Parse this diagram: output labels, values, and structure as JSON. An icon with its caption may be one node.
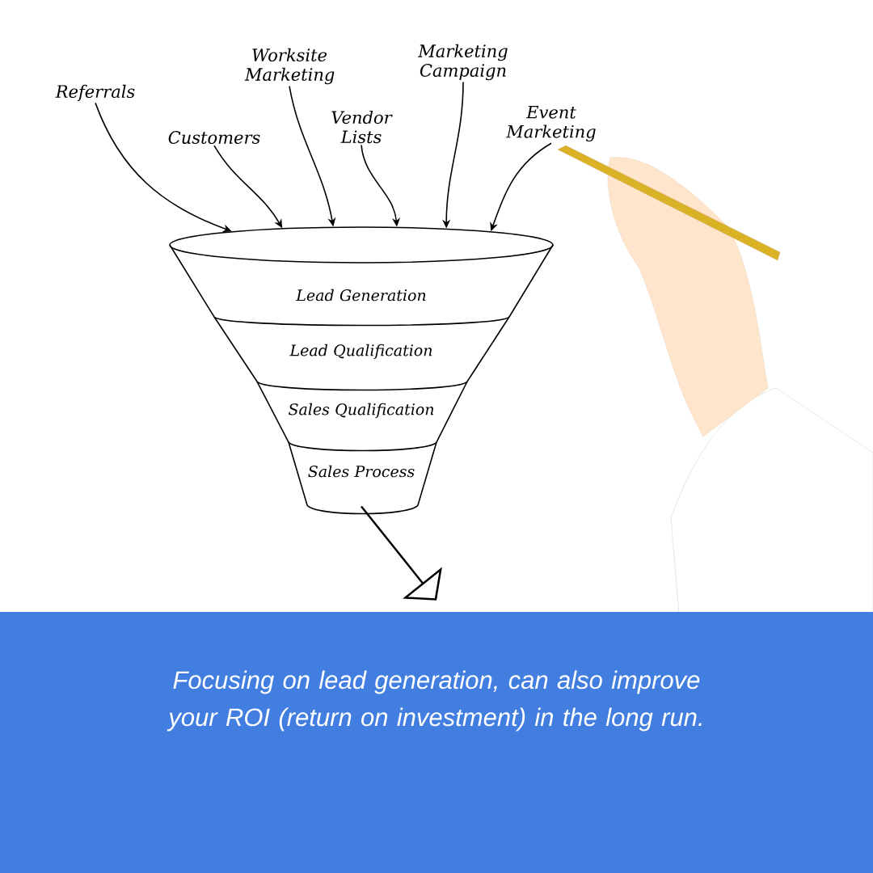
{
  "diagram": {
    "caption": "Focusing on lead generation, can also improve your ROI (return on investment) in the long run.",
    "nodes": [
      {
        "text": [
          "Referrals"
        ]
      },
      {
        "text": [
          "Customers"
        ]
      },
      {
        "text": [
          "Worksite Marketing"
        ]
      },
      {
        "text": [
          "Vendor Lists"
        ]
      },
      {
        "text": [
          "Marketing Campaign"
        ]
      },
      {
        "text": [
          "Event Marketing"
        ]
      },
      {
        "text": [],
        "shape": "ellipse"
      },
      {
        "text": [
          "Lead Generation"
        ]
      },
      {
        "text": [
          "Lead Qualification"
        ]
      },
      {
        "text": [
          "Sales Qualification"
        ]
      },
      {
        "text": [
          "Sales Process"
        ]
      },
      {
        "text": [],
        "shape": "bar"
      }
    ],
    "edges": [
      {
        "from": 0,
        "to": 6,
        "arrow": "to"
      },
      {
        "from": 1,
        "to": 6,
        "arrow": "to"
      },
      {
        "from": 2,
        "to": 6,
        "arrow": "to"
      },
      {
        "from": 3,
        "to": 6,
        "arrow": "to"
      },
      {
        "from": 4,
        "to": 6,
        "arrow": "to"
      },
      {
        "from": 5,
        "to": 6,
        "arrow": "to"
      },
      {
        "from": 10,
        "to": 11,
        "arrow": "to"
      }
    ]
  }
}
